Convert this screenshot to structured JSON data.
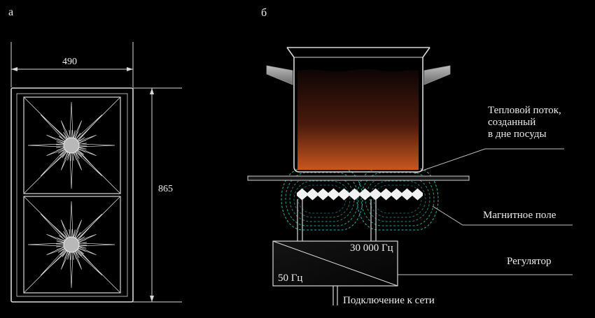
{
  "panel_a": {
    "letter": "а",
    "width_label": "490",
    "height_label": "865"
  },
  "panel_b": {
    "letter": "б",
    "heat_flow_label": [
      "Тепловой поток,",
      "созданный",
      "в дне посуды"
    ],
    "magnetic_field_label": "Магнитное поле",
    "regulator_label": "Регулятор",
    "freq_high_label": "30 000 Гц",
    "freq_low_label": "50 Гц",
    "mains_label": "Подключение к сети"
  },
  "colors": {
    "line": "#d9d9d9",
    "field": "#2ab8b0",
    "liquid_top": "#120606",
    "liquid_bottom": "#c2521e"
  }
}
